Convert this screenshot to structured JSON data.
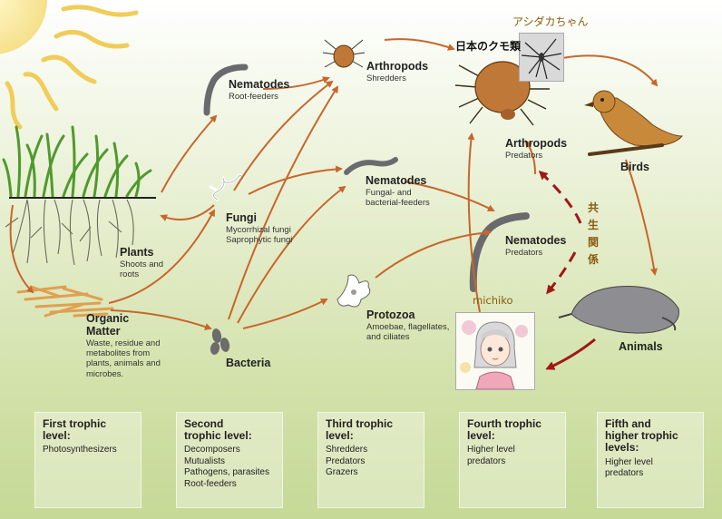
{
  "nodes": {
    "nematodes_root": {
      "title": "Nematodes",
      "sub": "Root-feeders"
    },
    "arthropods_shred": {
      "title": "Arthropods",
      "sub": "Shredders"
    },
    "fungi": {
      "title": "Fungi",
      "sub1": "Mycorrhizal fungi",
      "sub2": "Saprophytic fungi"
    },
    "nematodes_fb": {
      "title": "Nematodes",
      "sub1": "Fungal- and",
      "sub2": "bacterial-feeders"
    },
    "plants": {
      "title": "Plants",
      "sub1": "Shoots and",
      "sub2": "roots"
    },
    "organic": {
      "title1": "Organic",
      "title2": "Matter",
      "sub1": "Waste, residue and",
      "sub2": "metabolites from",
      "sub3": "plants, animals and",
      "sub4": "microbes."
    },
    "bacteria": {
      "title": "Bacteria"
    },
    "protozoa": {
      "title": "Protozoa",
      "sub1": "Amoebae, flagellates,",
      "sub2": "and ciliates"
    },
    "nematodes_pred": {
      "title": "Nematodes",
      "sub": "Predators"
    },
    "arthropods_pred": {
      "title": "Arthropods",
      "sub": "Predators"
    },
    "birds": {
      "title": "Birds"
    },
    "animals": {
      "title": "Animals"
    }
  },
  "annotations": {
    "ashidaka": "アシダカちゃん",
    "kumo": "日本のクモ類",
    "kyosei": [
      "共",
      "生",
      "関",
      "係"
    ],
    "michiko": "michiko"
  },
  "levels": [
    {
      "title": "First trophic\nlevel:",
      "desc": "Photosynthesizers"
    },
    {
      "title": "Second\ntrophic level:",
      "desc": "Decomposers\nMutualists\nPathogens, parasites\nRoot-feeders"
    },
    {
      "title": "Third trophic\nlevel:",
      "desc": "Shredders\nPredators\nGrazers"
    },
    {
      "title": "Fourth trophic\nlevel:",
      "desc": "Higher level\npredators"
    },
    {
      "title": "Fifth and\nhigher trophic\nlevels:",
      "desc": "Higher level\npredators"
    }
  ],
  "colors": {
    "arrow": "#c8662a",
    "annotation_red": "#a01818",
    "annotation_gold": "#8a5a10",
    "sun": "#f3d46a",
    "grass": "#4f9a2c",
    "nematode": "#6a6a6e",
    "mite": "#c07838",
    "bird": "#c88a3a",
    "mole": "#8d8d92"
  }
}
